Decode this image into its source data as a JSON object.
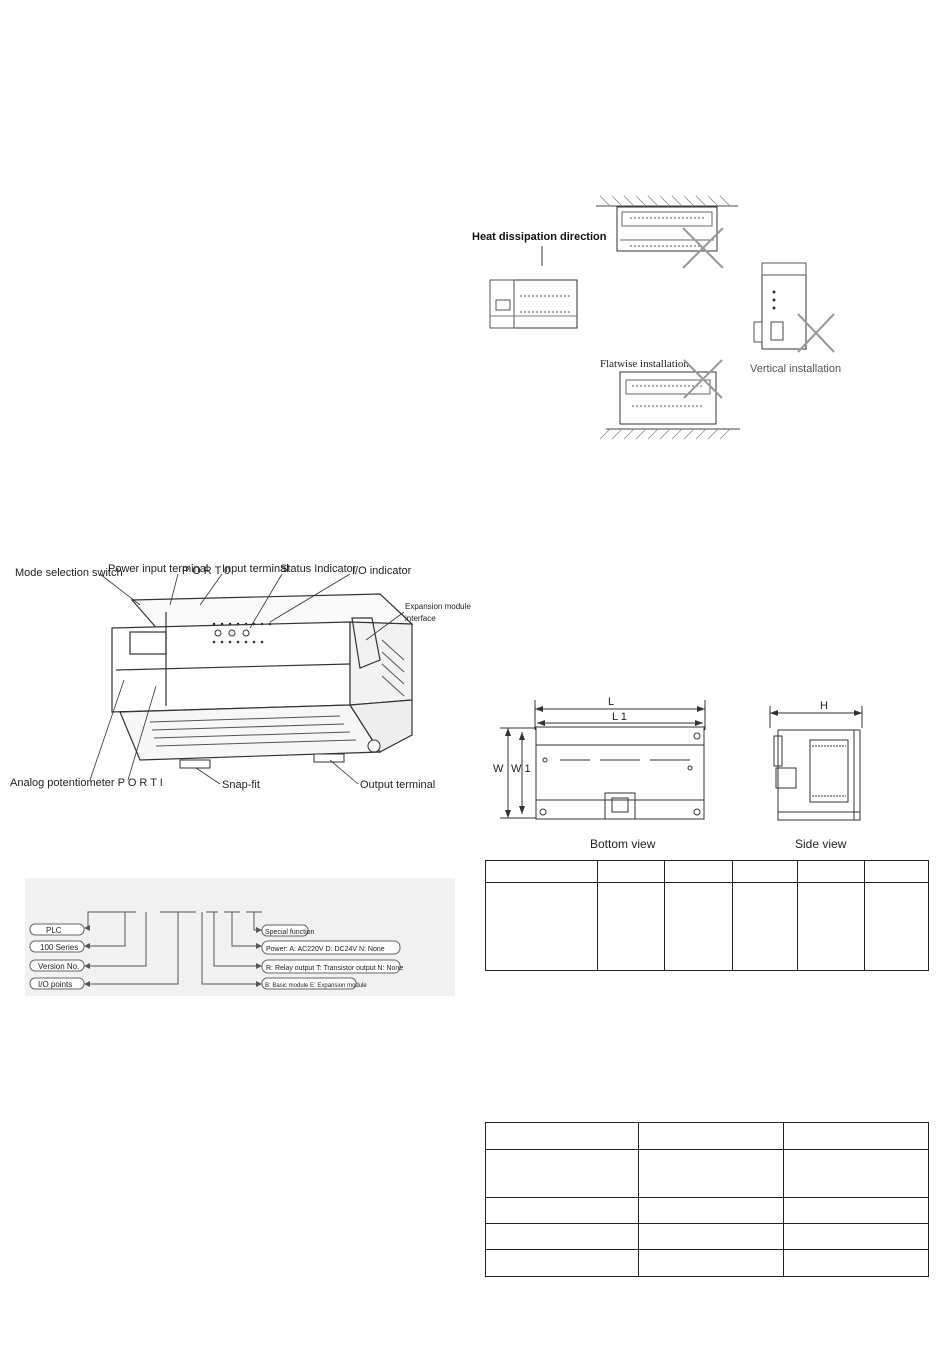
{
  "install_figure": {
    "heat_label": "Heat dissipation direction",
    "flat_label": "Flatwise installation",
    "vertical_label": "Vertical installation"
  },
  "plc_figure": {
    "mode_switch": "Mode selection switch",
    "power_input": "Power input terminal",
    "port0": "P O R T 0",
    "input_terminal": "Input terminal",
    "status_indicator": "Status Indicator",
    "io_indicator": "I/O indicator",
    "expansion_line1": "Expansion module",
    "expansion_line2": "interface",
    "analog_pot": "Analog potentiometer  P O R T I",
    "snap_fit": "Snap-fit",
    "output_terminal": "Output terminal"
  },
  "model_code": {
    "plc": "PLC",
    "series": "100 Series",
    "version": "Version No.",
    "io_points": "I/O points",
    "special": "Special function",
    "power": "Power: A: AC220V   D: DC24V   N: None",
    "output": "R: Relay output   T: Transistor output   N: None",
    "module": "B: Basic module   E: Expansion module"
  },
  "dimension_figure": {
    "L": "L",
    "L1": "L 1",
    "W": "W",
    "W1": "W 1",
    "H": "H",
    "bottom_view": "Bottom view",
    "side_view": "Side view"
  }
}
